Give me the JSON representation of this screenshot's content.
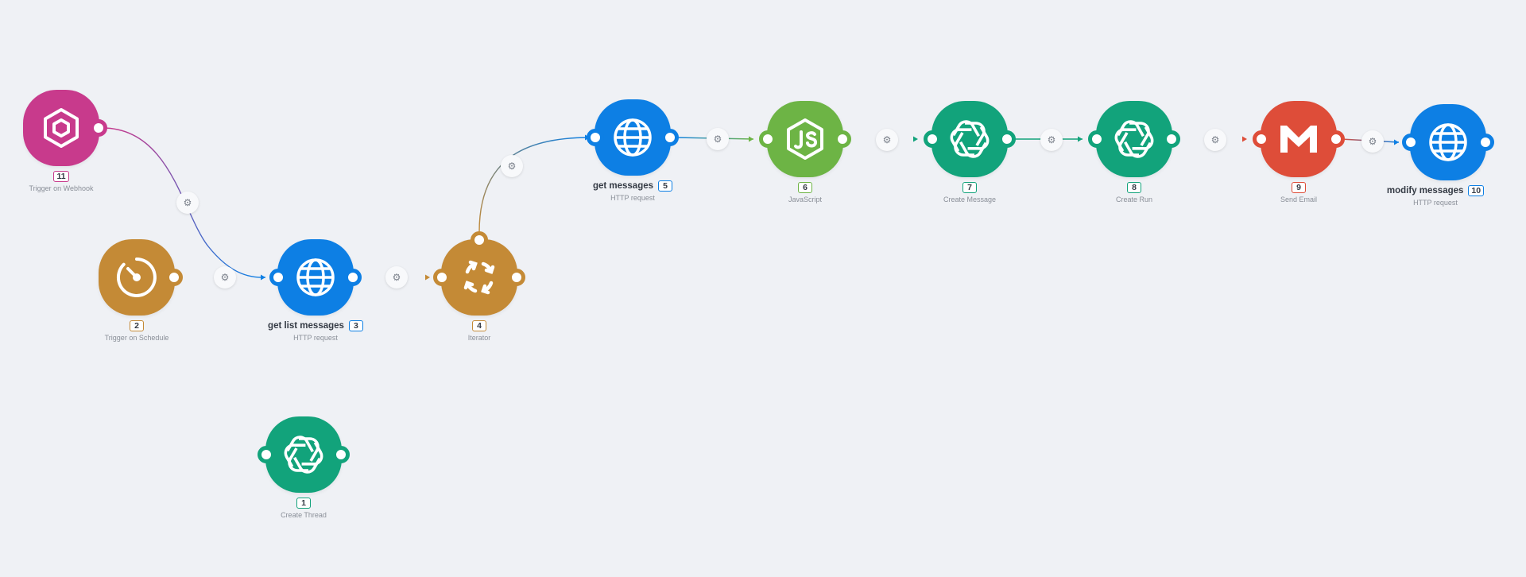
{
  "nodes": {
    "webhook": {
      "num": "11",
      "name": "",
      "sub": "Trigger on Webhook",
      "color": "#c83a8c",
      "icon": "webhook-icon"
    },
    "schedule": {
      "num": "2",
      "name": "",
      "sub": "Trigger on Schedule",
      "color": "#c48a36",
      "icon": "timer-icon"
    },
    "list_msgs": {
      "num": "3",
      "name": "get list messages",
      "sub": "HTTP request",
      "color": "#0d7fe4",
      "icon": "globe-icon"
    },
    "iterator": {
      "num": "4",
      "name": "",
      "sub": "Iterator",
      "color": "#c48a36",
      "icon": "iterator-icon"
    },
    "get_msgs": {
      "num": "5",
      "name": "get messages",
      "sub": "HTTP request",
      "color": "#0d7fe4",
      "icon": "globe-icon"
    },
    "javascript": {
      "num": "6",
      "name": "",
      "sub": "JavaScript",
      "color": "#6db445",
      "icon": "nodejs-icon"
    },
    "create_msg": {
      "num": "7",
      "name": "",
      "sub": "Create Message",
      "color": "#12a37b",
      "icon": "openai-icon"
    },
    "create_run": {
      "num": "8",
      "name": "",
      "sub": "Create Run",
      "color": "#12a37b",
      "icon": "openai-icon"
    },
    "send_email": {
      "num": "9",
      "name": "",
      "sub": "Send Email",
      "color": "#de4d39",
      "icon": "gmail-icon"
    },
    "modify_msgs": {
      "num": "10",
      "name": "modify messages",
      "sub": "HTTP request",
      "color": "#0d7fe4",
      "icon": "globe-icon"
    },
    "create_thread": {
      "num": "1",
      "name": "",
      "sub": "Create Thread",
      "color": "#12a37b",
      "icon": "openai-icon"
    }
  },
  "gear_symbol": "⚙"
}
